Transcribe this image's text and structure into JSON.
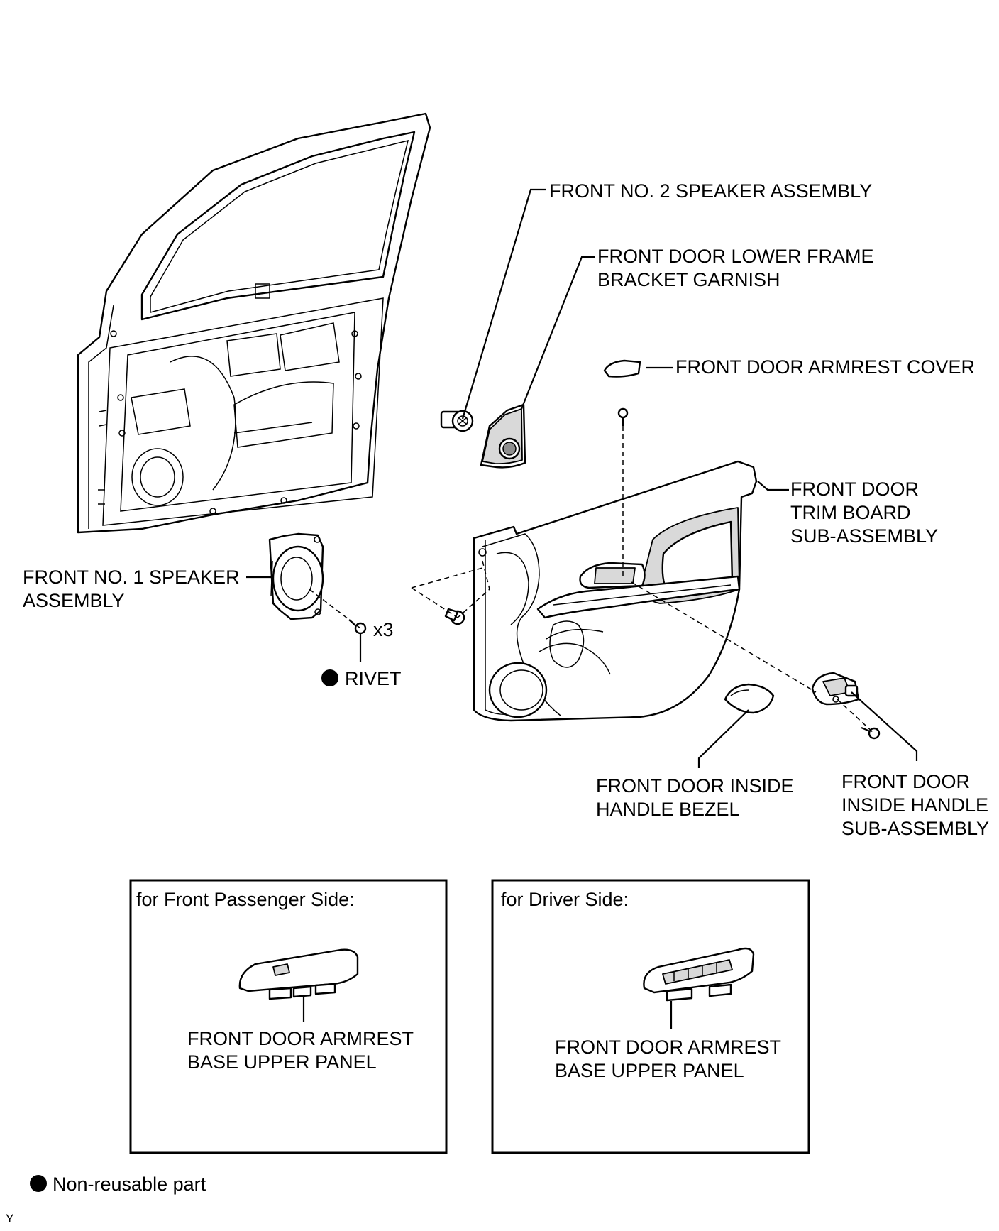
{
  "labels": {
    "front_no2_speaker": "FRONT NO. 2 SPEAKER ASSEMBLY",
    "lower_frame_garnish_l1": "FRONT DOOR LOWER FRAME",
    "lower_frame_garnish_l2": "BRACKET GARNISH",
    "armrest_cover": "FRONT DOOR ARMREST COVER",
    "trim_board_l1": "FRONT DOOR",
    "trim_board_l2": "TRIM BOARD",
    "trim_board_l3": "SUB-ASSEMBLY",
    "front_no1_speaker_l1": "FRONT NO. 1 SPEAKER",
    "front_no1_speaker_l2": "ASSEMBLY",
    "rivet_qty": "x3",
    "rivet": "RIVET",
    "handle_bezel_l1": "FRONT DOOR INSIDE",
    "handle_bezel_l2": "HANDLE BEZEL",
    "inside_handle_l1": "FRONT DOOR",
    "inside_handle_l2": "INSIDE HANDLE",
    "inside_handle_l3": "SUB-ASSEMBLY"
  },
  "insets": {
    "passenger": {
      "title": "for Front Passenger Side:",
      "label_l1": "FRONT DOOR ARMREST",
      "label_l2": "BASE UPPER PANEL"
    },
    "driver": {
      "title": "for Driver Side:",
      "label_l1": "FRONT DOOR ARMREST",
      "label_l2": "BASE UPPER PANEL"
    }
  },
  "legend": {
    "text": "Non-reusable part"
  },
  "corner_code": "Y"
}
